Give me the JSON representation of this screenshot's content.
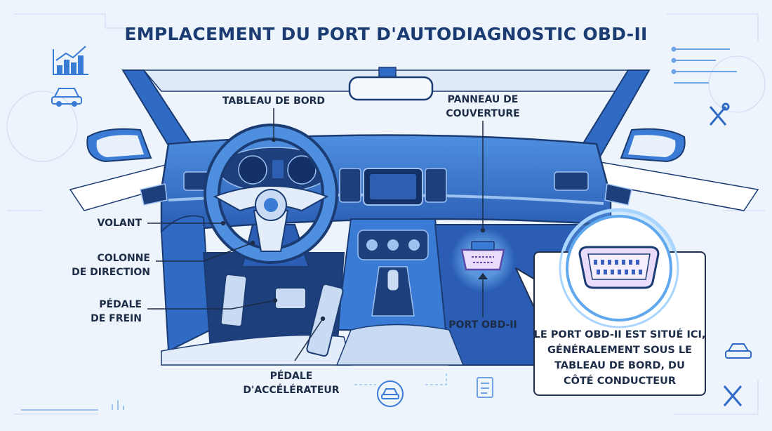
{
  "title": "EMPLACEMENT DU PORT D'AUTODIAGNOSTIC OBD-II",
  "labels": {
    "dashboard": "TABLEAU DE BORD",
    "cover_panel_1": "PANNEAU DE",
    "cover_panel_2": "COUVERTURE",
    "steering_wheel": "VOLANT",
    "steering_column_1": "COLONNE",
    "steering_column_2": "DE DIRECTION",
    "brake_pedal_1": "PÉDALE",
    "brake_pedal_2": "DE FREIN",
    "accelerator_pedal_1": "PÉDALE",
    "accelerator_pedal_2": "D'ACCÉLÉRATEUR",
    "obd_port": "PORT OBD-II"
  },
  "callout": {
    "line1": "LE PORT OBD-II EST SITUÉ ICI,",
    "line2": "GÉNÉRALEMENT SOUS LE",
    "line3": "TABLEAU DE BORD, DU",
    "line4": "CÔTÉ CONDUCTEUR"
  },
  "icons": [
    "growth-chart-icon",
    "car-icon",
    "settings-list-icon",
    "wrench-screwdriver-icon",
    "document-icon"
  ],
  "colors": {
    "primary": "#2f6bc4",
    "dark": "#1b3b73",
    "light": "#9dc2f0",
    "accent_glow": "#7fc4ff",
    "background": "#eef4fc"
  }
}
